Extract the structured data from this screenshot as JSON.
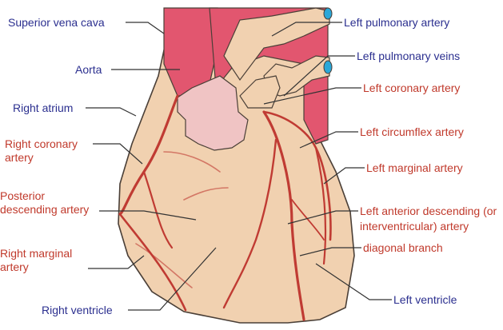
{
  "colors": {
    "label_text": "#2b2f8f",
    "leader_line": "#333333",
    "heart_fill": "#f1d1b0",
    "heart_outline": "#4a3f37",
    "aorta_fill": "#e2566f",
    "atrium_fill": "#f0c4c4",
    "artery": "#c03b33",
    "vein_tip": "#2aa7d8"
  },
  "labels": {
    "superior_vena_cava": "Superior vena cava",
    "aorta": "Aorta",
    "right_atrium": "Right atrium",
    "right_coronary_artery": "Right coronary artery",
    "posterior_descending_artery": "Posterior descending artery",
    "right_marginal_artery": "Right marginal artery",
    "right_ventricle": "Right ventricle",
    "left_pulmonary_artery": "Left pulmonary artery",
    "left_pulmonary_veins": "Left pulmonary veins",
    "left_coronary_artery": "Left coronary artery",
    "left_circumflex_artery": "Left circumflex artery",
    "left_marginal_artery": "Left marginal artery",
    "left_anterior_descending_artery": "Left anterior descending (or interventricular) artery",
    "diagonal_branch": "diagonal branch",
    "left_ventricle": "Left ventricle"
  }
}
